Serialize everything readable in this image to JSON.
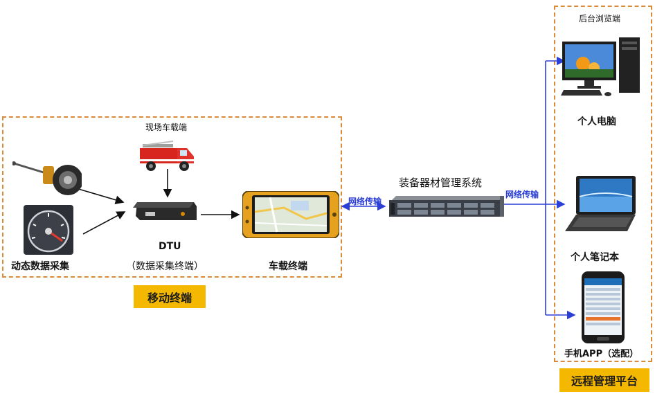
{
  "mobile": {
    "site_label": "现场车载端",
    "dynamic_label": "动态数据采集",
    "dtu_label": "DTU",
    "dtu_sub_label": "（数据采集终端）",
    "vehicle_label": "车载终端",
    "tag": "移动终端"
  },
  "center": {
    "system_label": "装备器材管理系统",
    "net_left": "网络传输",
    "net_right": "网络传输"
  },
  "remote": {
    "browser_label": "后台浏览端",
    "pc_label": "个人电脑",
    "laptop_label": "个人笔记本",
    "phone_label": "手机APP（选配）",
    "tag": "远程管理平台"
  },
  "colors": {
    "dash": "#d98a3a",
    "tag": "#f5b800",
    "link": "#2b3fd6"
  }
}
